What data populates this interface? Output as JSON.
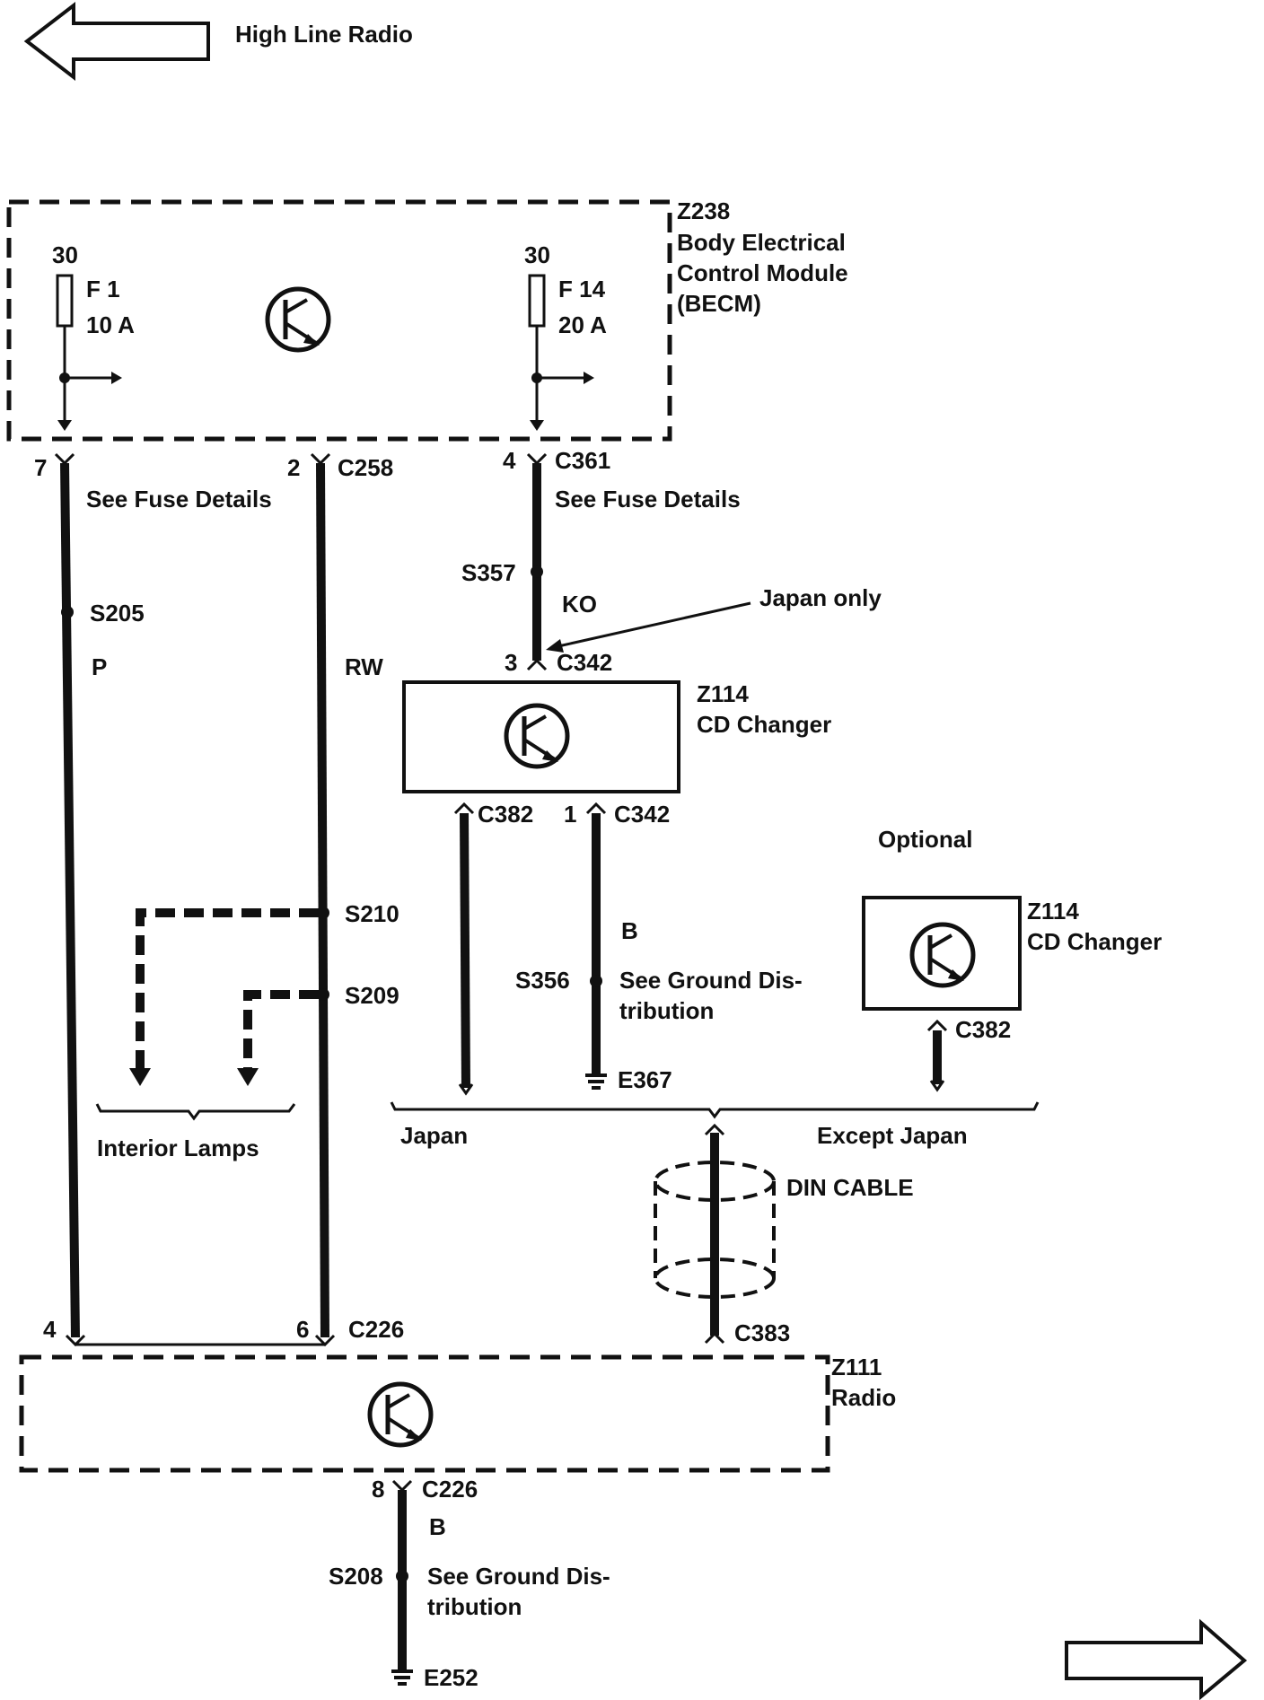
{
  "title": "High Line Radio",
  "becm": {
    "id": "Z238",
    "name_line1": "Body Electrical",
    "name_line2": "Control Module",
    "name_line3": "(BECM)"
  },
  "fuse1": {
    "terminal": "30",
    "name": "F 1",
    "rating": "10 A"
  },
  "fuse14": {
    "terminal": "30",
    "name": "F 14",
    "rating": "20 A"
  },
  "pins": {
    "becm_7": "7",
    "becm_2": "2",
    "c258": "C258",
    "becm_4": "4",
    "c361": "C361",
    "cd_3": "3",
    "c342_top": "C342",
    "c382_cd": "C382",
    "cd_1": "1",
    "c342_bottom": "C342",
    "c382_opt": "C382",
    "radio_4": "4",
    "radio_6": "6",
    "c226_top": "C226",
    "c383": "C383",
    "radio_8": "8",
    "c226_bottom": "C226"
  },
  "labels": {
    "fuse_details_left": "See Fuse Details",
    "fuse_details_right": "See Fuse Details",
    "s205": "S205",
    "wire_p": "P",
    "wire_rw": "RW",
    "s357": "S357",
    "wire_ko": "KO",
    "japan_only": "Japan only",
    "s210": "S210",
    "s209": "S209",
    "interior_lamps": "Interior Lamps",
    "wire_b_cd": "B",
    "s356": "S356",
    "ground_dist_cd_1": "See Ground Dis-",
    "ground_dist_cd_2": "tribution",
    "e367": "E367",
    "optional": "Optional",
    "japan": "Japan",
    "except_japan": "Except Japan",
    "din_cable": "DIN CABLE",
    "wire_b_radio": "B",
    "s208": "S208",
    "ground_dist_radio_1": "See Ground Dis-",
    "ground_dist_radio_2": "tribution",
    "e252": "E252"
  },
  "cd_changer": {
    "id": "Z114",
    "name": "CD Changer"
  },
  "cd_changer_optional": {
    "id": "Z114",
    "name": "CD Changer"
  },
  "radio": {
    "id": "Z111",
    "name": "Radio"
  }
}
